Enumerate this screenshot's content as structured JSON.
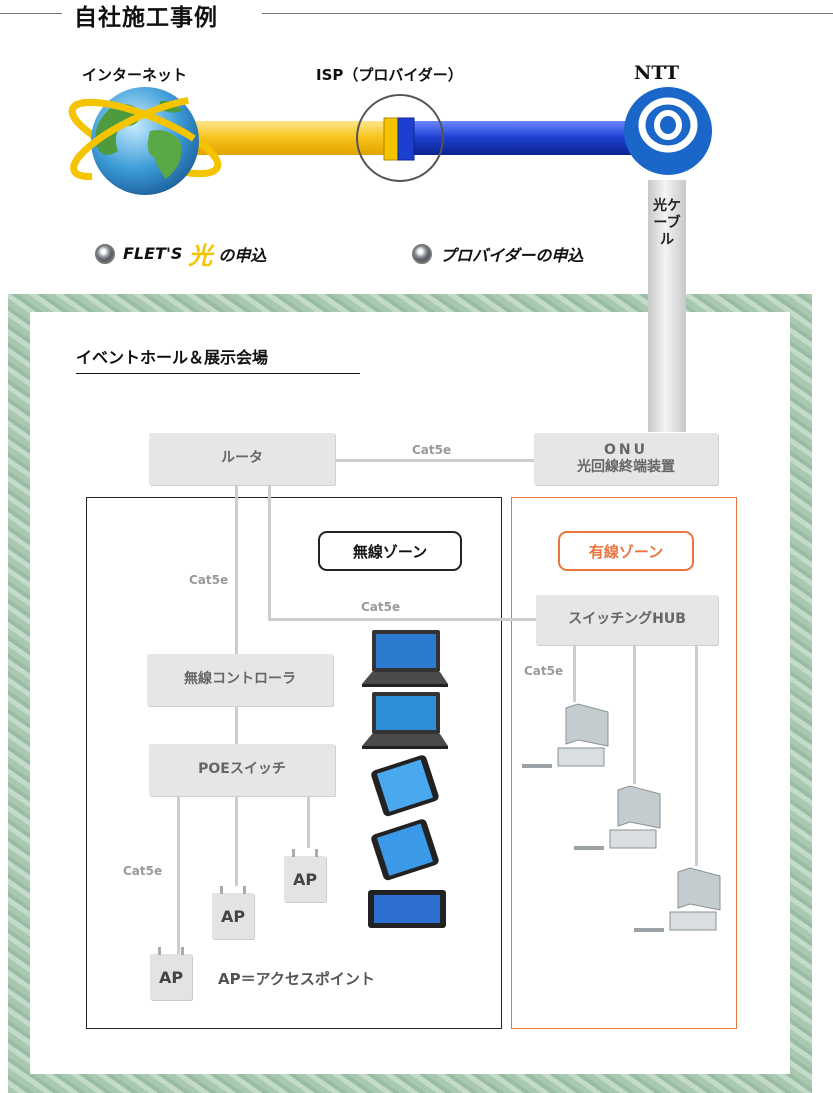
{
  "heading": "自社施工事例",
  "top": {
    "internet": "インターネット",
    "isp": "ISP（プロバイダー）",
    "ntt": "NTT"
  },
  "apply": {
    "flets_prefix": "FLET'S",
    "flets_hikari": "光",
    "flets_suffix": "の申込",
    "provider": "プロバイダーの申込"
  },
  "fiber_label": "光ケーブル",
  "event_title": "イベントホール＆展示会場",
  "nodes": {
    "router": "ルータ",
    "onu_line1": "ONU",
    "onu_line2": "光回線終端装置",
    "switching_hub": "スイッチングHUB",
    "wireless_controller": "無線コントローラ",
    "poe_switch": "POEスイッチ",
    "ap": "AP"
  },
  "zones": {
    "wireless": "無線ゾーン",
    "wired": "有線ゾーン"
  },
  "cable": "Cat5e",
  "ap_legend": "AP＝アクセスポイント",
  "colors": {
    "internet_link": "#f7c21a",
    "isp_link": "#1d3fcf",
    "ntt_logo": "#1a66c9",
    "wired_zone": "#e8743f",
    "box_fill": "#e6e6e6"
  }
}
